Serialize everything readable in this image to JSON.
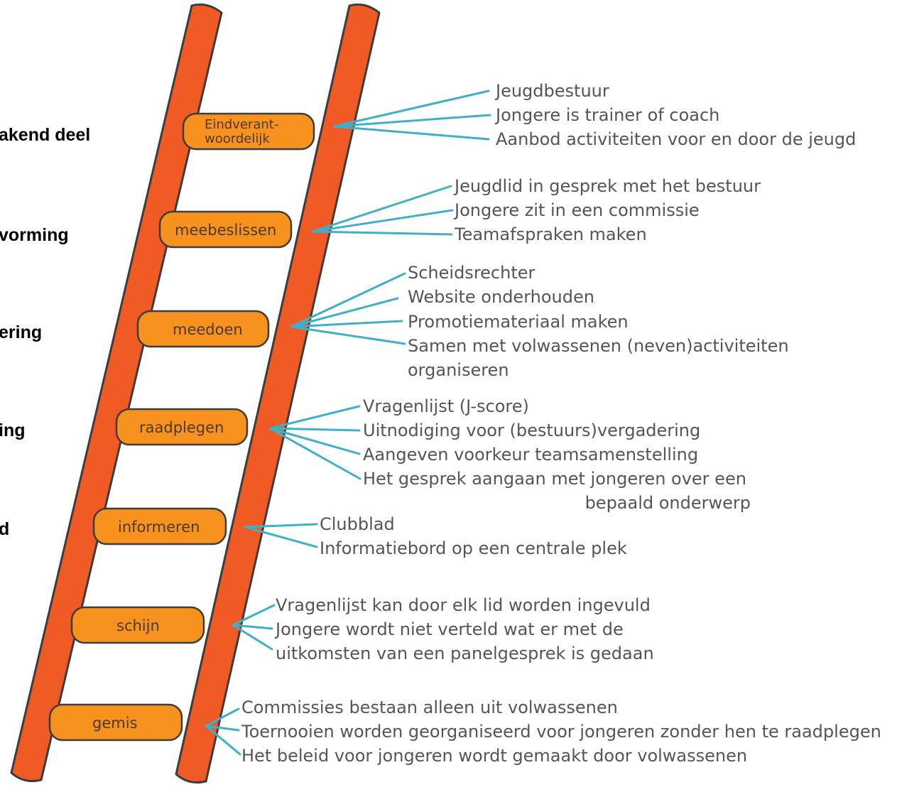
{
  "colors": {
    "rail": "#f05a24",
    "rung": "#f7921e",
    "outline": "#3d3d3d",
    "connector": "#3eb1c8",
    "example_text": "#555555",
    "side_text": "#000000"
  },
  "side_labels": [
    "akend deel",
    "vorming",
    "ering",
    "ing",
    "d"
  ],
  "rungs": [
    {
      "label_lines": [
        "Eindverant-",
        "woordelijk"
      ],
      "examples": [
        "Jeugdbestuur",
        "Jongere is trainer of coach",
        "Aanbod activiteiten voor en door de jeugd"
      ]
    },
    {
      "label_lines": [
        "meebeslissen"
      ],
      "examples": [
        "Jeugdlid in gesprek met het bestuur",
        "Jongere zit in een commissie",
        "Teamafspraken maken"
      ]
    },
    {
      "label_lines": [
        "meedoen"
      ],
      "examples": [
        "Scheidsrechter",
        "Website onderhouden",
        "Promotiemateriaal maken",
        "Samen met volwassenen (neven)activiteiten",
        "organiseren"
      ]
    },
    {
      "label_lines": [
        "raadplegen"
      ],
      "examples": [
        "Vragenlijst (J-score)",
        "Uitnodiging voor (bestuurs)vergadering",
        "Aangeven voorkeur teamsamenstelling",
        "Het gesprek aangaan met jongeren over een",
        "bepaald onderwerp"
      ]
    },
    {
      "label_lines": [
        "informeren"
      ],
      "examples": [
        "Clubblad",
        "Informatiebord op een centrale plek"
      ]
    },
    {
      "label_lines": [
        "schijn"
      ],
      "examples": [
        "Vragenlijst kan door elk lid worden ingevuld",
        "Jongere wordt niet verteld wat er met de",
        "uitkomsten van een panelgesprek is gedaan"
      ]
    },
    {
      "label_lines": [
        "gemis"
      ],
      "examples": [
        "Commissies bestaan alleen uit volwassenen",
        "Toernooien worden georganiseerd voor jongeren zonder hen te raadplegen",
        "Het beleid voor jongeren wordt gemaakt door volwassenen"
      ]
    }
  ]
}
